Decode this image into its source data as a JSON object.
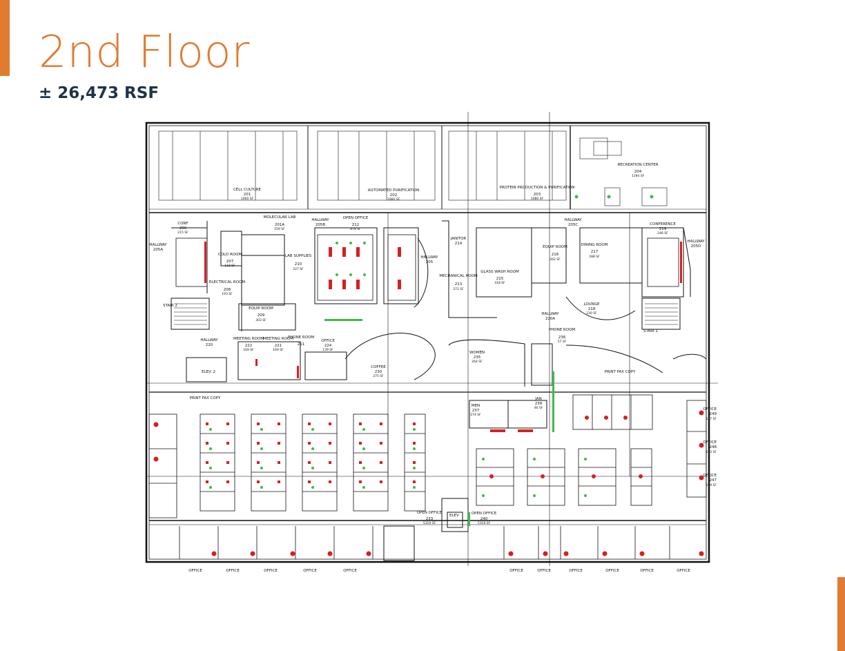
{
  "header": {
    "title": "2nd Floor",
    "area": "± 26,473 RSF"
  },
  "colors": {
    "accent": "#e07b2f",
    "subtitle": "#1f3347",
    "line": "#111111",
    "workstation_red": "#d62020",
    "workstation_green": "#3fb94a"
  },
  "rooms": [
    {
      "id": "r201",
      "name": "CELL CULTURE",
      "number": "201",
      "area": "1000 SF"
    },
    {
      "id": "r202",
      "name": "AUTOMATED PURIFICATION",
      "number": "202",
      "area": "1060 SF"
    },
    {
      "id": "r203",
      "name": "PROTEIN PRODUCTION & PURIFICATION",
      "number": "203",
      "area": "1080 SF"
    },
    {
      "id": "r204",
      "name": "RECREATION CENTER",
      "number": "204",
      "area": "1194 SF"
    },
    {
      "id": "r205a",
      "name": "HALLWAY",
      "number": "205A",
      "area": ""
    },
    {
      "id": "r205b",
      "name": "HALLWAY",
      "number": "205B",
      "area": ""
    },
    {
      "id": "r205",
      "name": "HALLWAY",
      "number": "205",
      "area": ""
    },
    {
      "id": "r205c",
      "name": "HALLWAY",
      "number": "205C",
      "area": ""
    },
    {
      "id": "r205d",
      "name": "HALLWAY",
      "number": "205D",
      "area": ""
    },
    {
      "id": "r206",
      "name": "CONF",
      "number": "206",
      "area": "215 SF"
    },
    {
      "id": "r207",
      "name": "COLD ROOM",
      "number": "207",
      "area": "118 SF"
    },
    {
      "id": "r208",
      "name": "ELECTRICAL ROOM",
      "number": "208",
      "area": "193 SF"
    },
    {
      "id": "r201a",
      "name": "MOLECULAR LAB",
      "number": "201A",
      "area": "259 SF"
    },
    {
      "id": "r209",
      "name": "EQUIP ROOM",
      "number": "209",
      "area": "303 SF"
    },
    {
      "id": "r210",
      "name": "LAB SUPPLIES",
      "number": "210",
      "area": "227 SF"
    },
    {
      "id": "r211",
      "name": "PHONE ROOM",
      "number": "211",
      "area": ""
    },
    {
      "id": "r212",
      "name": "OPEN OFFICE",
      "number": "212",
      "area": "878 SF"
    },
    {
      "id": "r213",
      "name": "MECHANICAL ROOM",
      "number": "213",
      "area": "271 SF"
    },
    {
      "id": "r214",
      "name": "JANITOR",
      "number": "214",
      "area": ""
    },
    {
      "id": "r215",
      "name": "GLASS WASH ROOM",
      "number": "215",
      "area": "418 SF"
    },
    {
      "id": "r216",
      "name": "EQUIP ROOM",
      "number": "216",
      "area": "262 SF"
    },
    {
      "id": "r217",
      "name": "DINING ROOM",
      "number": "217",
      "area": "288 SF"
    },
    {
      "id": "r218",
      "name": "LOUNGE",
      "number": "218",
      "area": "230 SF"
    },
    {
      "id": "r219",
      "name": "CONFERENCE",
      "number": "219",
      "area": "246 SF"
    },
    {
      "id": "r220",
      "name": "HALLWAY",
      "number": "220",
      "area": ""
    },
    {
      "id": "r220a",
      "name": "HALLWAY",
      "number": "220A",
      "area": ""
    },
    {
      "id": "r221",
      "name": "MEETING ROOM",
      "number": "221",
      "area": "169 SF"
    },
    {
      "id": "r222",
      "name": "MEETING ROOM",
      "number": "222",
      "area": "169 SF"
    },
    {
      "id": "r224",
      "name": "OFFICE",
      "number": "224",
      "area": "139 SF"
    },
    {
      "id": "r230",
      "name": "COFFEE",
      "number": "230",
      "area": "275 SF"
    },
    {
      "id": "r233",
      "name": "OPEN OFFICE",
      "number": "233",
      "area": "5319 SF"
    },
    {
      "id": "r235",
      "name": "WOMEN",
      "number": "235",
      "area": "264 SF"
    },
    {
      "id": "r236",
      "name": "PHONE ROOM",
      "number": "236",
      "area": "57 SF"
    },
    {
      "id": "r237",
      "name": "MEN",
      "number": "237",
      "area": "274 SF"
    },
    {
      "id": "r238",
      "name": "JAN",
      "number": "238",
      "area": "46 SF"
    },
    {
      "id": "r240",
      "name": "OPEN OFFICE",
      "number": "240",
      "area": "5319 SF"
    },
    {
      "id": "r247",
      "name": "OFFICE",
      "number": "247",
      "area": "109 SF"
    },
    {
      "id": "r248",
      "name": "OFFICE",
      "number": "248",
      "area": "113 SF"
    },
    {
      "id": "r249",
      "name": "OFFICE",
      "number": "249",
      "area": "127 SF"
    }
  ],
  "labels": {
    "stair2": "STAIR 2",
    "stair1": "STAIR 1",
    "elev2": "ELEV. 2",
    "elev": "ELEV",
    "print_fax_copy": "PRINT FAX COPY",
    "print_fax_copy_right": "PRINT FAX COPY",
    "office": "OFFICE"
  }
}
